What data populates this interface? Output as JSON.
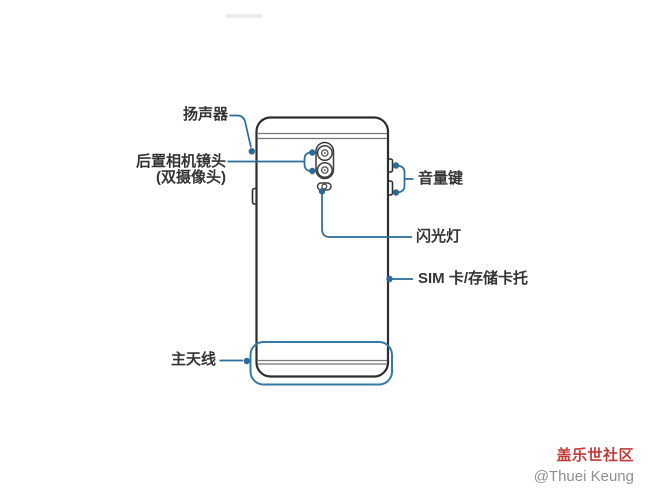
{
  "diagram": {
    "callouts": {
      "speaker": "扬声器",
      "rear_camera_line1": "后置相机镜头",
      "rear_camera_line2": "(双摄像头)",
      "volume_key": "音量键",
      "flash": "闪光灯",
      "sim_tray": "SIM 卡/存储卡托",
      "main_antenna": "主天线"
    },
    "colors": {
      "callout_blue": "#2a6b97",
      "highlight_blue": "#3579a5",
      "phone_outline": "#2d2d2d",
      "antenna_line_gray": "#757575",
      "label_text": "#343434",
      "watermark_red": "#c23b38",
      "watermark_gray": "#8f8f8f"
    }
  },
  "watermark": {
    "community": "盖乐世社区",
    "author": "@Thuei Keung"
  }
}
